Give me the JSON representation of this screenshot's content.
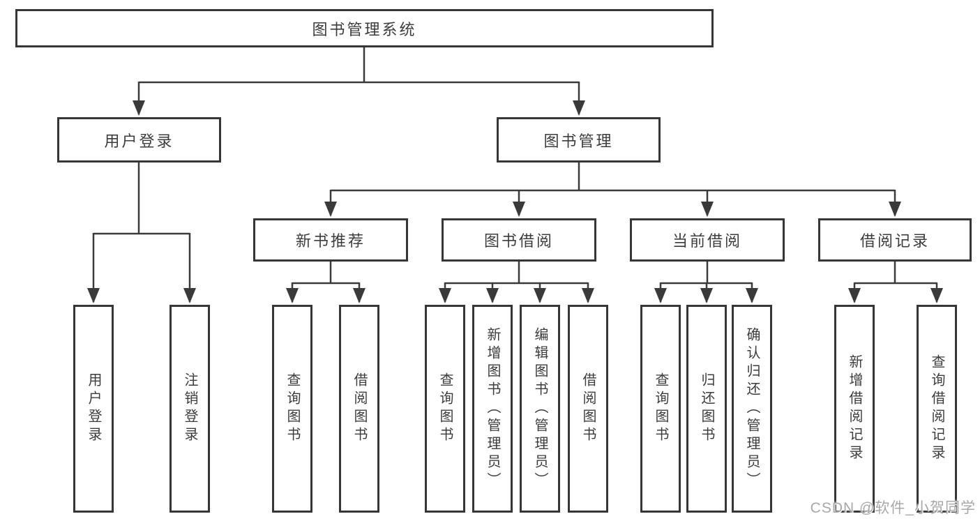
{
  "diagram": {
    "root": {
      "label": "图书管理系统"
    },
    "level2": [
      {
        "label": "用户登录"
      },
      {
        "label": "图书管理"
      }
    ],
    "level3": [
      {
        "label": "新书推荐"
      },
      {
        "label": "图书借阅"
      },
      {
        "label": "当前借阅"
      },
      {
        "label": "借阅记录"
      }
    ],
    "leaves": {
      "user_login": [
        {
          "label": "用户登录"
        },
        {
          "label": "注销登录"
        }
      ],
      "new_book_recommend": [
        {
          "label": "查询图书"
        },
        {
          "label": "借阅图书"
        }
      ],
      "book_borrow": [
        {
          "label": "查询图书"
        },
        {
          "label": "新增图书（管理员）"
        },
        {
          "label": "编辑图书（管理员）"
        },
        {
          "label": "借阅图书"
        }
      ],
      "current_borrow": [
        {
          "label": "查询图书"
        },
        {
          "label": "归还图书"
        },
        {
          "label": "确认归还（管理员）"
        }
      ],
      "borrow_record": [
        {
          "label": "新增借阅记录"
        },
        {
          "label": "查询借阅记录"
        }
      ]
    }
  },
  "watermark": {
    "text": "CSDN @软件_小贺同学"
  },
  "colors": {
    "line": "#3a3a3a",
    "border": "#363636",
    "text": "#3c3c3c",
    "background": "#ffffff",
    "watermark": "#a8a8a8"
  }
}
